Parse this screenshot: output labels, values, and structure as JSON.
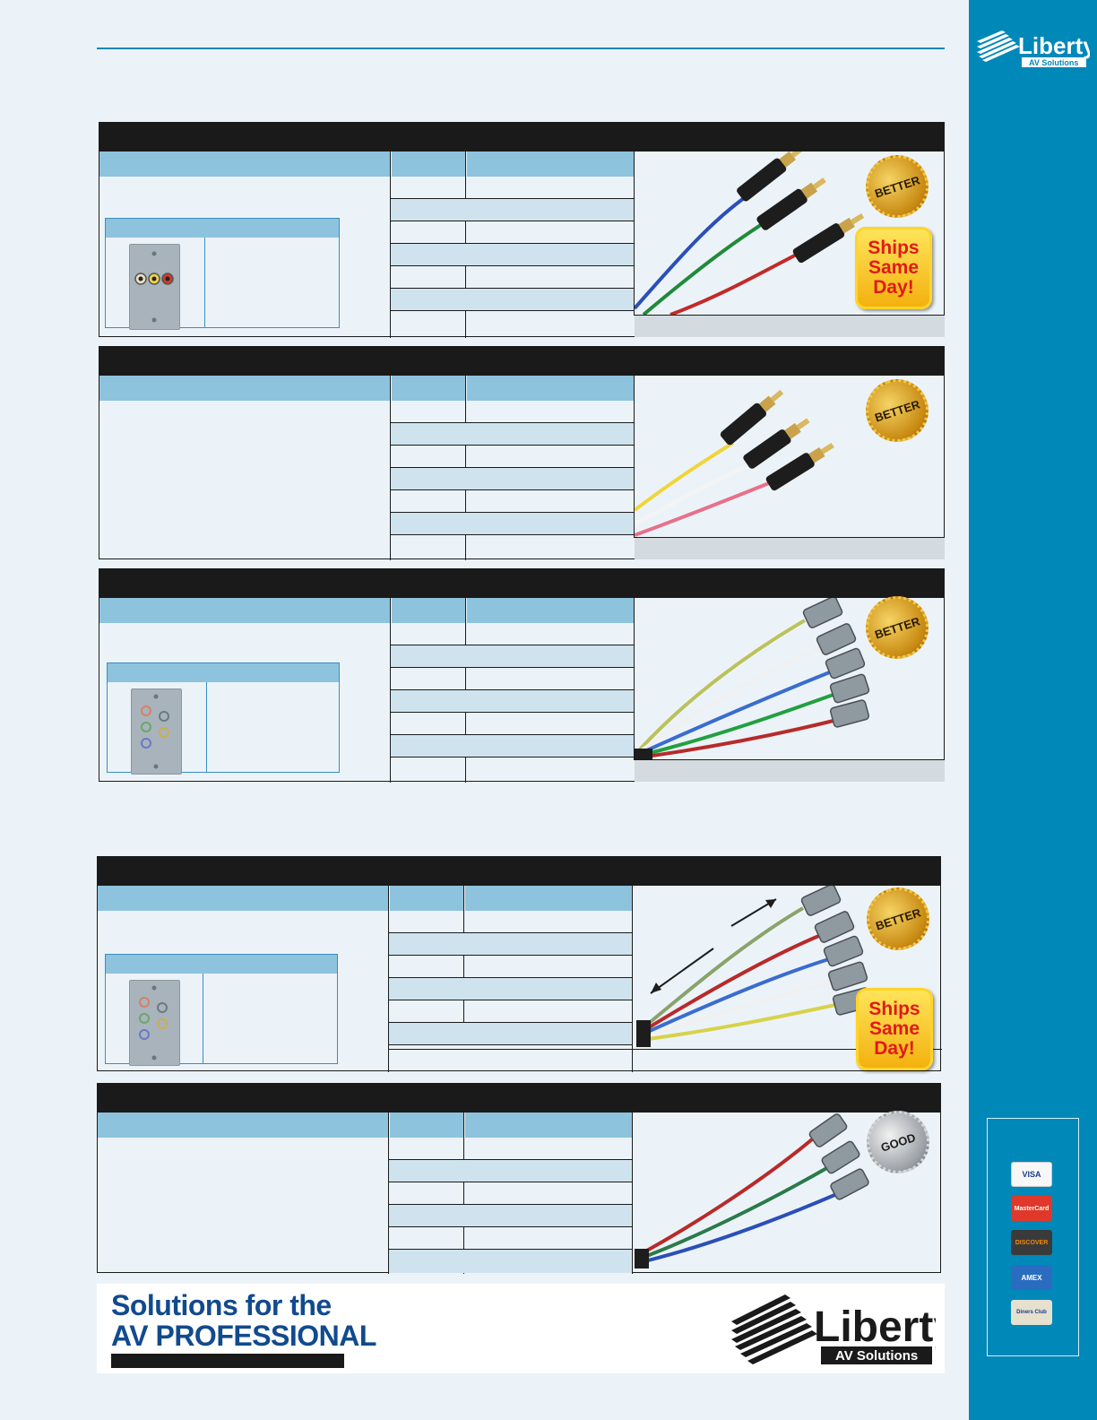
{
  "badges": {
    "better": "BETTER",
    "good": "GOOD"
  },
  "ships": {
    "line1": "Ships",
    "line2": "Same",
    "line3": "Day!"
  },
  "footer": {
    "line1": "Solutions for the",
    "line2": "AV PROFESSIONAL"
  },
  "logo": {
    "name": "Liberty",
    "tagline": "AV Solutions"
  },
  "payment_cards": [
    "VISA",
    "MasterCard",
    "DISCOVER",
    "AMEX",
    "Diners Club"
  ]
}
